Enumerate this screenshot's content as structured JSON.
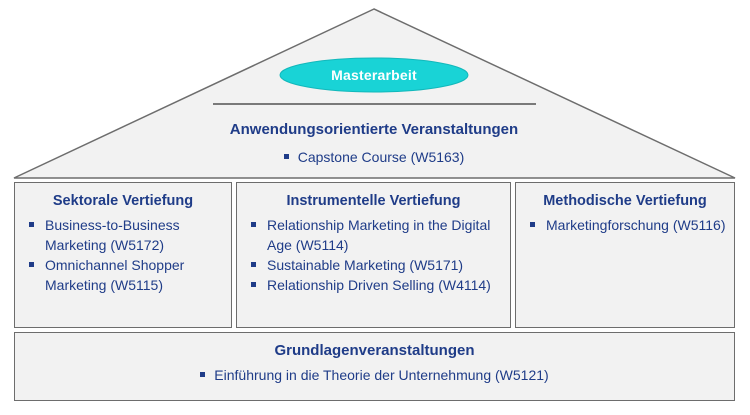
{
  "roof": {
    "top_label": "Masterarbeit",
    "title": "Anwendungsorientierte Veranstaltungen",
    "items": [
      "Capstone Course (W5163)"
    ]
  },
  "pillars": [
    {
      "title": "Sektorale Vertiefung",
      "items": [
        "Business-to-Business Marketing (W5172)",
        "Omnichannel Shopper Marketing (W5115)"
      ]
    },
    {
      "title": "Instrumentelle Vertiefung",
      "items": [
        "Relationship Marketing in the Digital Age (W5114)",
        "Sustainable Marketing (W5171)",
        "Relationship Driven Selling (W4114)"
      ]
    },
    {
      "title": "Methodische Vertiefung",
      "items": [
        "Marketingforschung (W5116)"
      ]
    }
  ],
  "foundation": {
    "title": "Grundlagenveranstaltungen",
    "items": [
      "Einführung in die Theorie der Unternehmung (W5121)"
    ]
  },
  "colors": {
    "text": "#1f3c88",
    "ellipse": "#19d3d6",
    "box_fill": "#f2f2f2",
    "border": "#6d6d6d"
  }
}
